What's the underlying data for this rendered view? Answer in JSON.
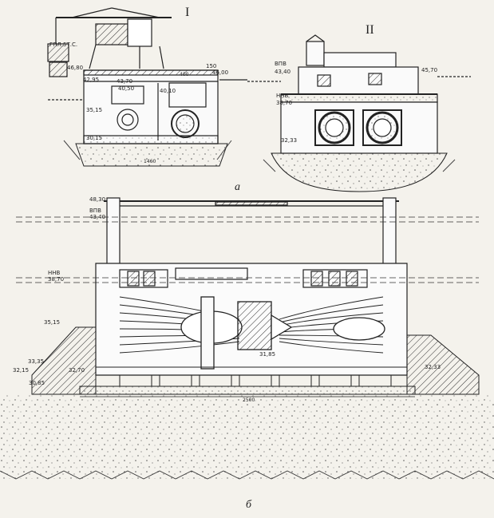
{
  "captions": {
    "a": "а",
    "b": "б"
  },
  "section_labels": {
    "one": "I",
    "two": "II"
  },
  "crane_label": "ГПЛ.5Т.С.",
  "fig_a_left": {
    "elev_46_80": "46,80",
    "elev_42_95": "42,95",
    "elev_43_70": "43,70",
    "elev_40_50": "40,50",
    "elev_40_10": "40,10",
    "elev_35_15": "35,15",
    "elev_30_15": "30,15",
    "elev_46_00": "46,00",
    "dim_150": "150",
    "dim_400": "400",
    "dim_1460": "1460"
  },
  "fig_a_right": {
    "vpv": "ВПВ",
    "elev_43_40": "43,40",
    "elev_45_70": "45,70",
    "nnv": "ННВ",
    "elev_38_70": "38,70",
    "elev_32_33": "32,33"
  },
  "fig_b": {
    "elev_48_30": "48,30",
    "vpv": "ВПВ",
    "elev_43_40": "43,40",
    "nnv": "ННВ",
    "elev_38_70": "38,70",
    "elev_35_15": "35,15",
    "elev_33_35": "33,35",
    "elev_32_15": "32,15",
    "elev_32_70": "32,70",
    "elev_30_85": "30,85",
    "elev_32_33": "32,33",
    "elev_31_85": "31,85",
    "dim_2500": "2500"
  }
}
